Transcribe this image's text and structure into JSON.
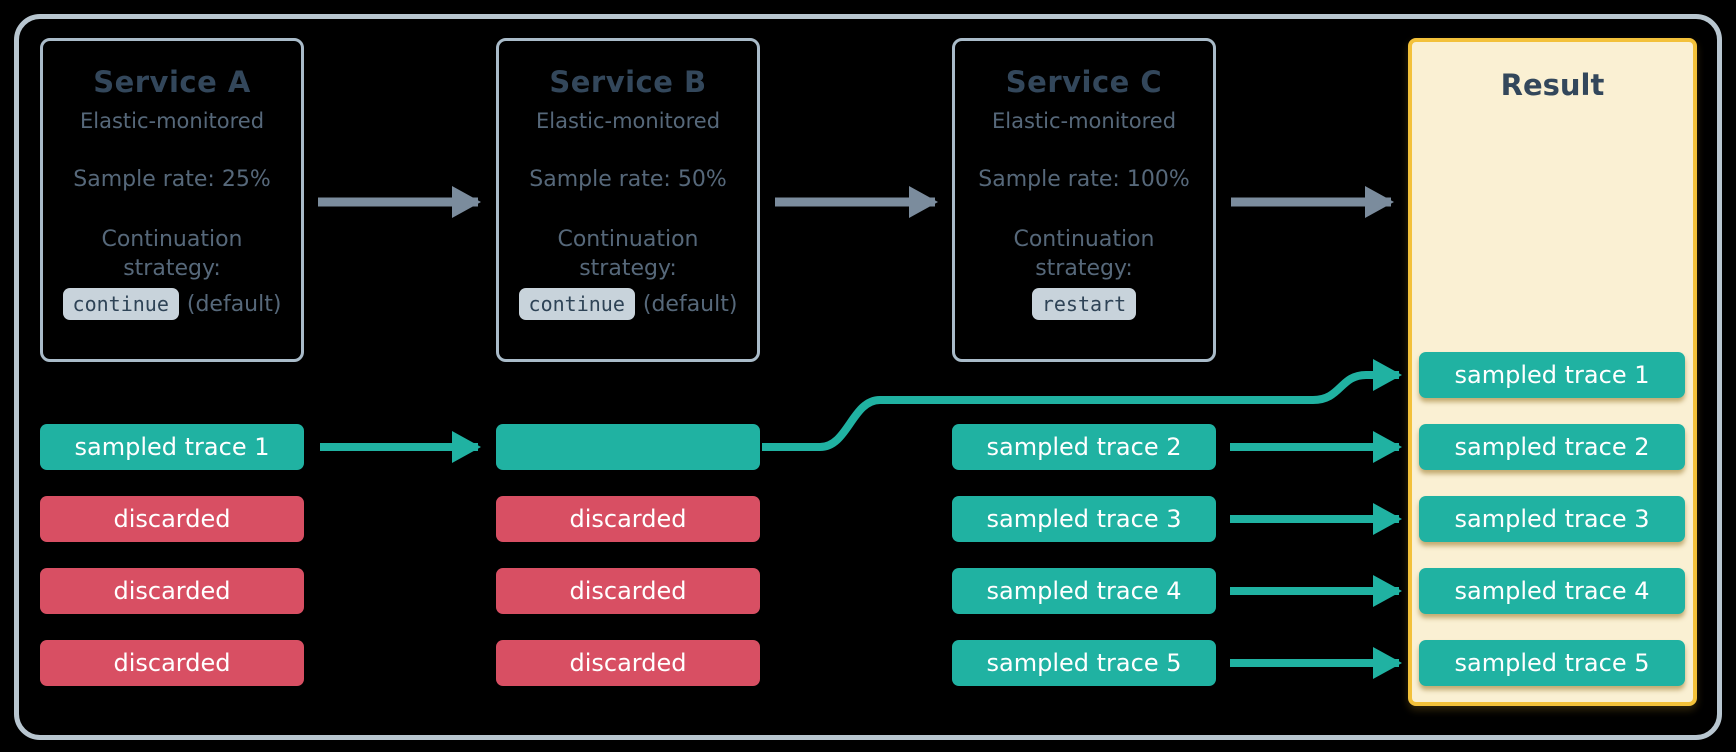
{
  "colors": {
    "bg": "#000000",
    "frame-border": "#b8c6d0",
    "service-border": "#a9bbc9",
    "title-text": "#33475b",
    "body-text": "#56687a",
    "chip-bg": "#c8d3db",
    "chip-text": "#2e4356",
    "teal": "#20b2a2",
    "red": "#d84f63",
    "box-text": "#ffffff",
    "result-bg": "#faf0d3",
    "result-border": "#f3c13a",
    "arrow-gray": "#7b8c9d"
  },
  "services": [
    {
      "name": "Service A",
      "monitoring": "Elastic-monitored",
      "sample_rate": "Sample rate: 25%",
      "strategy_line1": "Continuation",
      "strategy_line2": "strategy:",
      "strategy_value": "continue",
      "strategy_note": "(default)"
    },
    {
      "name": "Service B",
      "monitoring": "Elastic-monitored",
      "sample_rate": "Sample rate: 50%",
      "strategy_line1": "Continuation",
      "strategy_line2": "strategy:",
      "strategy_value": "continue",
      "strategy_note": "(default)"
    },
    {
      "name": "Service C",
      "monitoring": "Elastic-monitored",
      "sample_rate": "Sample rate: 100%",
      "strategy_line1": "Continuation",
      "strategy_line2": "strategy:",
      "strategy_value": "restart"
    }
  ],
  "columns": {
    "a": {
      "rows": [
        {
          "label": "sampled trace 1",
          "type": "sampled"
        },
        {
          "label": "discarded",
          "type": "discarded"
        },
        {
          "label": "discarded",
          "type": "discarded"
        },
        {
          "label": "discarded",
          "type": "discarded"
        }
      ]
    },
    "b": {
      "rows": [
        {
          "label": "",
          "type": "sampled"
        },
        {
          "label": "discarded",
          "type": "discarded"
        },
        {
          "label": "discarded",
          "type": "discarded"
        },
        {
          "label": "discarded",
          "type": "discarded"
        }
      ]
    },
    "c": {
      "rows": [
        {
          "label": "sampled trace 2",
          "type": "sampled"
        },
        {
          "label": "sampled trace 3",
          "type": "sampled"
        },
        {
          "label": "sampled trace 4",
          "type": "sampled"
        },
        {
          "label": "sampled trace 5",
          "type": "sampled"
        }
      ]
    }
  },
  "result": {
    "title": "Result",
    "rows": [
      "sampled trace 1",
      "sampled trace 2",
      "sampled trace 3",
      "sampled trace 4",
      "sampled trace 5"
    ]
  }
}
